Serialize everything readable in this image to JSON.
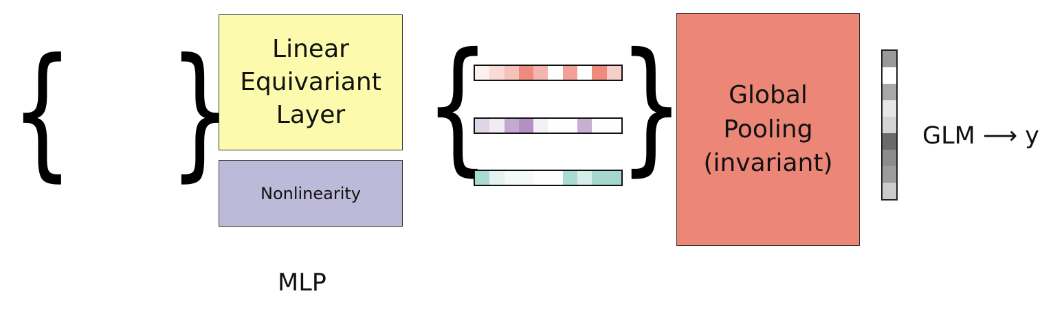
{
  "diagram": {
    "linear_layer_lines": [
      "Linear",
      "Equivariant",
      "Layer"
    ],
    "nonlinearity_label": "Nonlinearity",
    "mlp_label": "MLP",
    "pooling_lines": [
      "Global",
      "Pooling",
      "(invariant)"
    ],
    "output_label": "GLM ⟶ y",
    "braces": {
      "open": "{",
      "close": "}"
    }
  },
  "colors": {
    "linear_layer": "#fbfaad",
    "nonlinearity": "#bdb9d9",
    "pooling": "#ec8778"
  },
  "feature_vectors": [
    {
      "name": "red",
      "cells": [
        "#fdf0ef",
        "#f8dad6",
        "#f4c1bb",
        "#ee8a7e",
        "#f3b5ae",
        "#fefefe",
        "#f1a196",
        "#fefefe",
        "#ee8a7e",
        "#f7cfc9"
      ]
    },
    {
      "name": "purple",
      "cells": [
        "#e0d5e6",
        "#f1ecf3",
        "#c3a9cf",
        "#b58fc3",
        "#f4f1f6",
        "#fefefe",
        "#fefefe",
        "#c7aed3",
        "#fefefe",
        "#fefefe"
      ]
    },
    {
      "name": "teal",
      "cells": [
        "#a9dbd2",
        "#e3f3f0",
        "#f3faf8",
        "#f3faf8",
        "#fefefe",
        "#fefefe",
        "#a9dbd2",
        "#d6eee9",
        "#a4d8cf",
        "#a4d8cf"
      ]
    }
  ],
  "pooled_vector": {
    "cells": [
      "#9a9a9a",
      "#ffffff",
      "#a8a8a8",
      "#e6e6e6",
      "#d4d4d4",
      "#6a6a6a",
      "#8c8c8c",
      "#9c9c9c",
      "#cccccc"
    ]
  }
}
